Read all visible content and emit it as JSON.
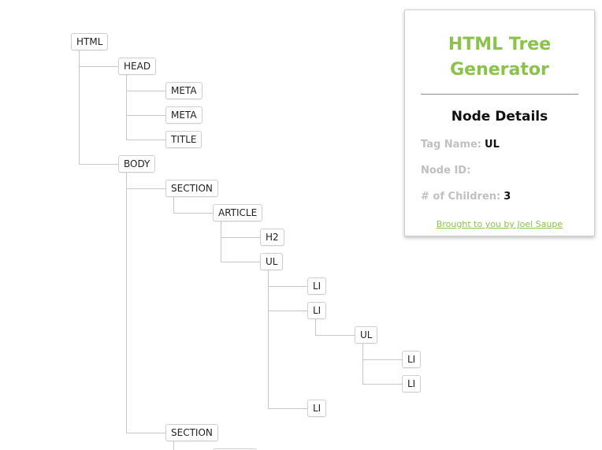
{
  "panel": {
    "title": "HTML Tree Generator",
    "subtitle": "Node Details",
    "tag_name_label": "Tag Name:",
    "tag_name_value": "UL",
    "node_id_label": "Node ID:",
    "node_id_value": "",
    "children_label": "# of Children:",
    "children_value": "3",
    "credit": "Brought to you by Joel Saupe"
  },
  "colors": {
    "accent": "#8bc34a",
    "connector": "#c8c8c8",
    "node_border": "#cfcfcf",
    "label_muted": "#c0c0c0"
  },
  "tree": [
    {
      "id": "n0",
      "tag": "HTML",
      "depth": 0,
      "row": 0,
      "parent": null
    },
    {
      "id": "n1",
      "tag": "HEAD",
      "depth": 1,
      "row": 1,
      "parent": "n0"
    },
    {
      "id": "n2",
      "tag": "META",
      "depth": 2,
      "row": 2,
      "parent": "n1"
    },
    {
      "id": "n3",
      "tag": "META",
      "depth": 2,
      "row": 3,
      "parent": "n1"
    },
    {
      "id": "n4",
      "tag": "TITLE",
      "depth": 2,
      "row": 4,
      "parent": "n1"
    },
    {
      "id": "n5",
      "tag": "BODY",
      "depth": 1,
      "row": 5,
      "parent": "n0"
    },
    {
      "id": "n6",
      "tag": "SECTION",
      "depth": 2,
      "row": 6,
      "parent": "n5"
    },
    {
      "id": "n7",
      "tag": "ARTICLE",
      "depth": 3,
      "row": 7,
      "parent": "n6"
    },
    {
      "id": "n8",
      "tag": "H2",
      "depth": 4,
      "row": 8,
      "parent": "n7"
    },
    {
      "id": "n9",
      "tag": "UL",
      "depth": 4,
      "row": 9,
      "parent": "n7"
    },
    {
      "id": "n10",
      "tag": "LI",
      "depth": 5,
      "row": 10,
      "parent": "n9"
    },
    {
      "id": "n11",
      "tag": "LI",
      "depth": 5,
      "row": 11,
      "parent": "n9"
    },
    {
      "id": "n12",
      "tag": "UL",
      "depth": 6,
      "row": 12,
      "parent": "n11"
    },
    {
      "id": "n13",
      "tag": "LI",
      "depth": 7,
      "row": 13,
      "parent": "n12"
    },
    {
      "id": "n14",
      "tag": "LI",
      "depth": 7,
      "row": 14,
      "parent": "n12"
    },
    {
      "id": "n15",
      "tag": "LI",
      "depth": 5,
      "row": 15,
      "parent": "n9"
    },
    {
      "id": "n16",
      "tag": "SECTION",
      "depth": 2,
      "row": 16,
      "parent": "n5"
    },
    {
      "id": "n17",
      "tag": "",
      "depth": 3,
      "row": 17,
      "parent": "n16"
    }
  ]
}
